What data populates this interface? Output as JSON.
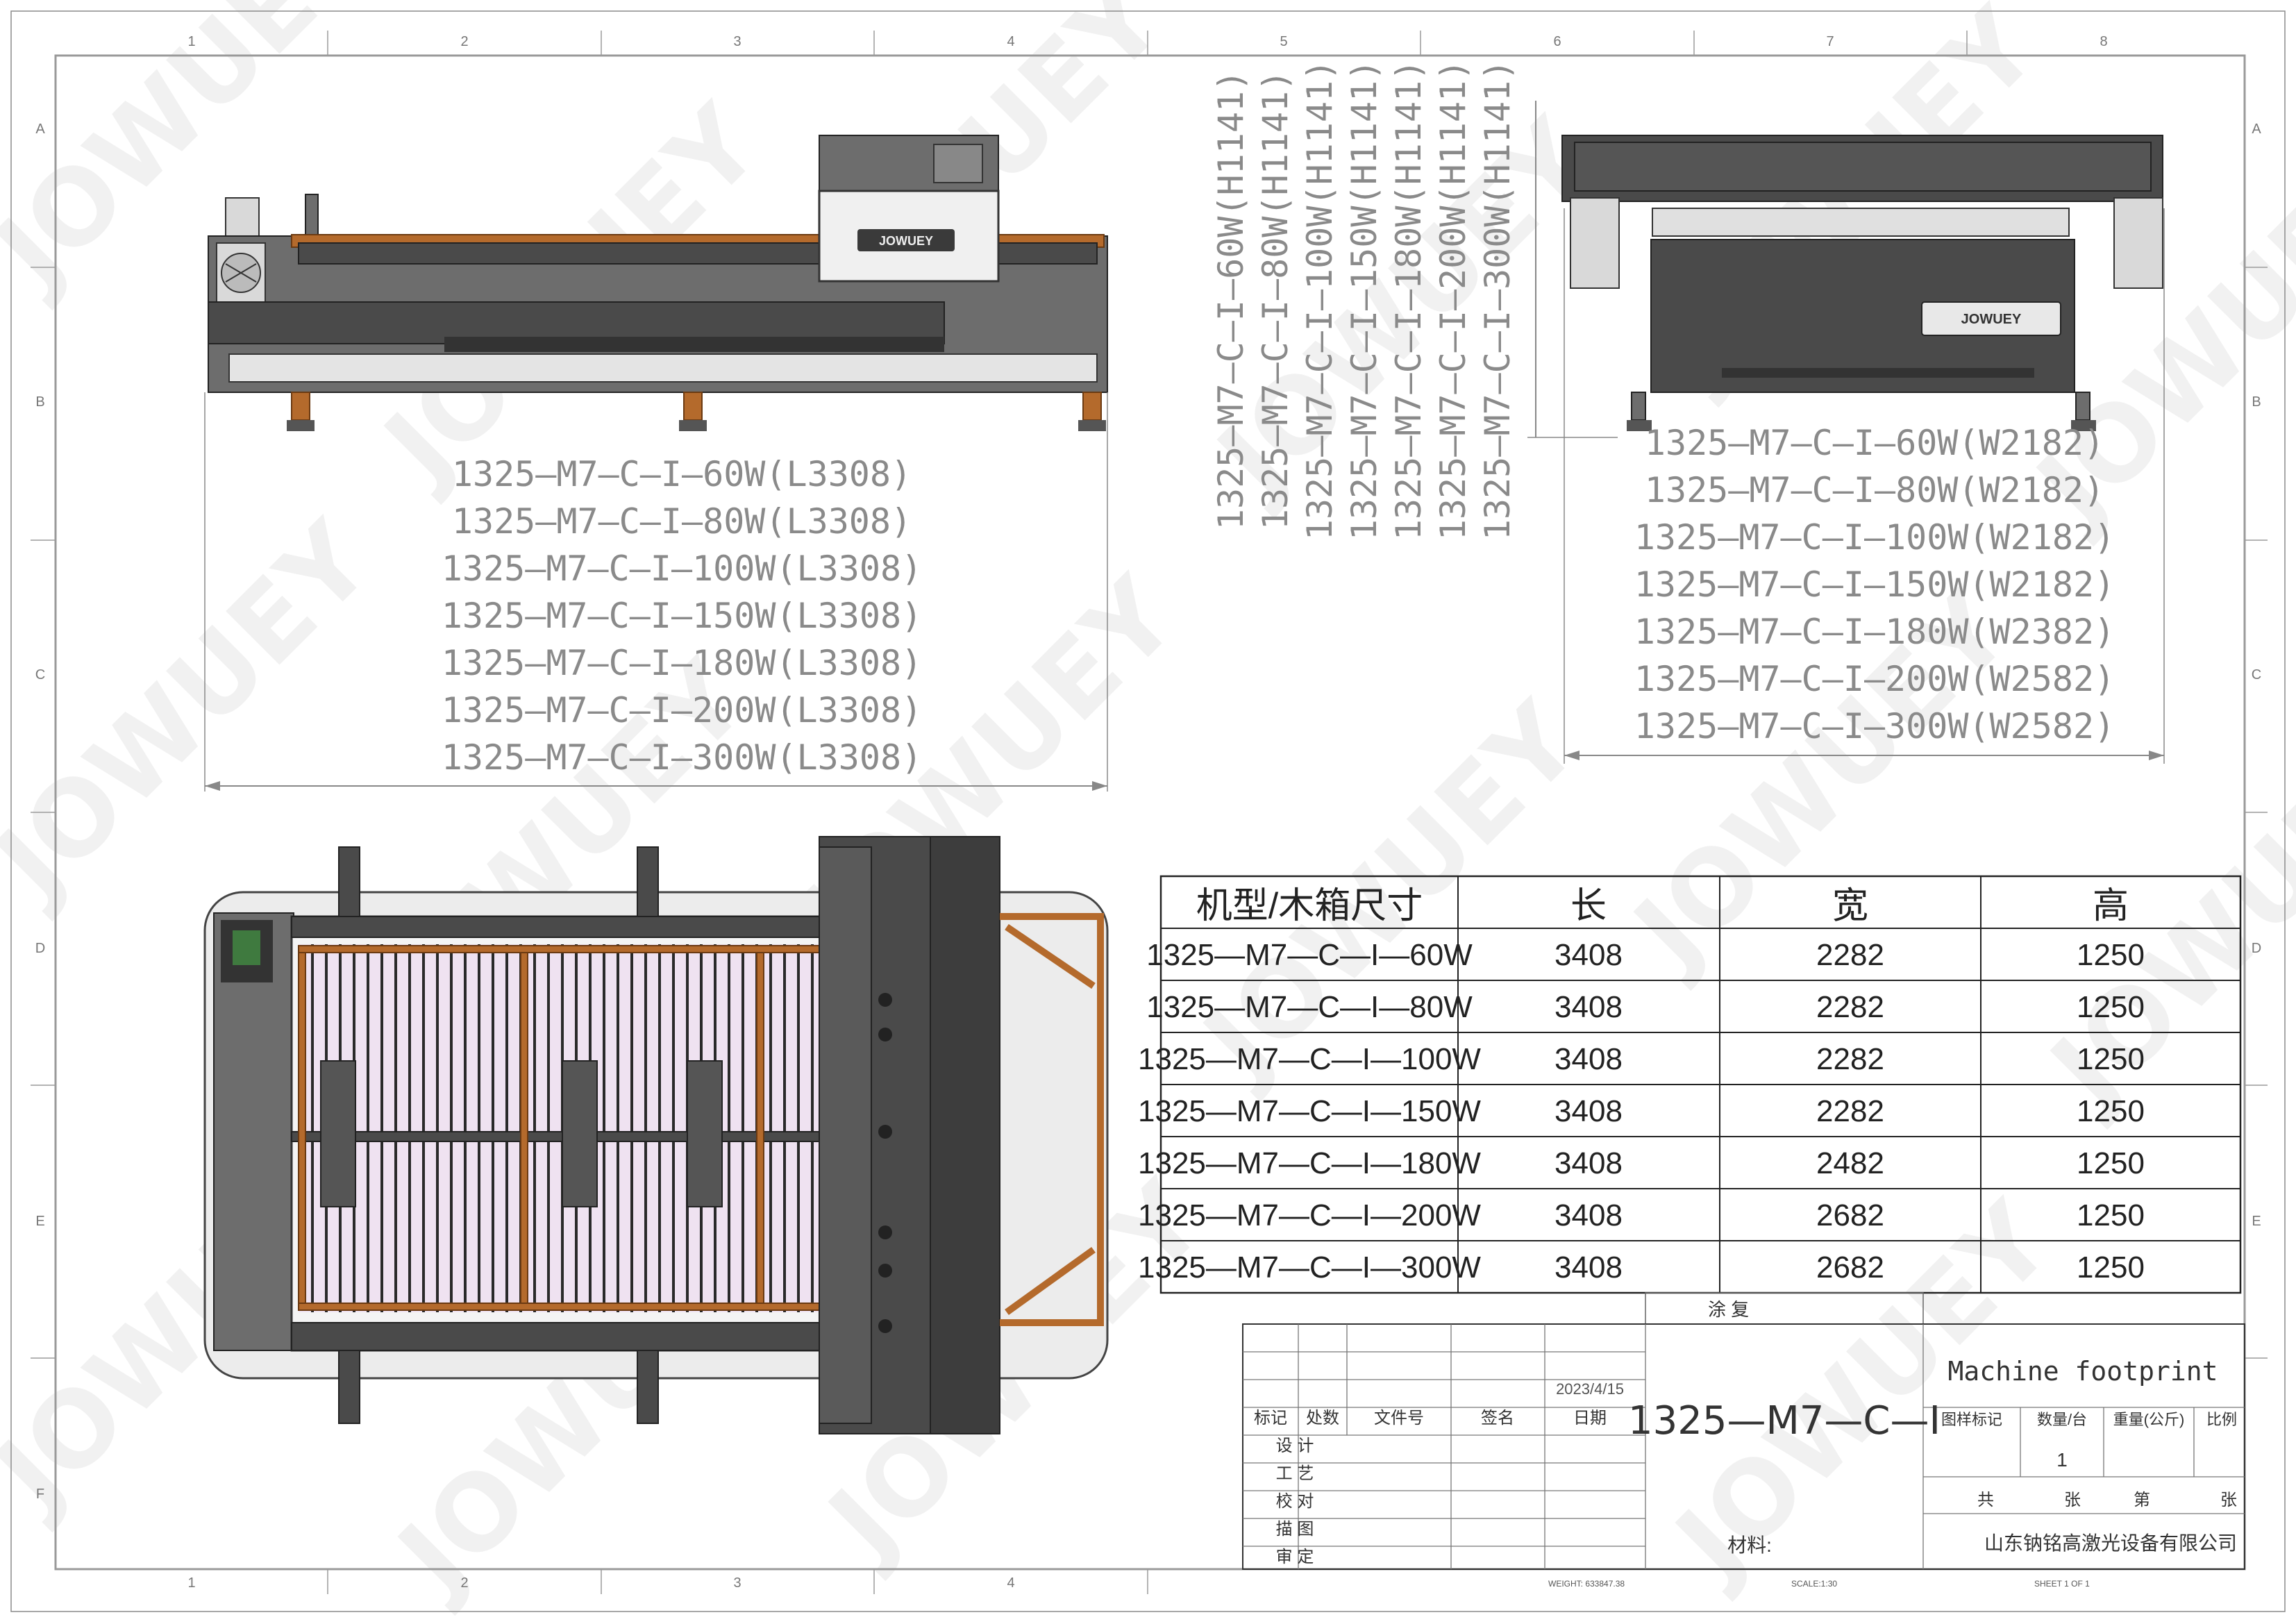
{
  "drawing_frame": {
    "col_labels": [
      "1",
      "2",
      "3",
      "4",
      "5",
      "6",
      "7",
      "8"
    ],
    "row_labels": [
      "A",
      "B",
      "C",
      "D",
      "E",
      "F"
    ],
    "bottom_col_labels": [
      "1",
      "2",
      "3",
      "4"
    ]
  },
  "watermark": "JOWUEY",
  "side_view": {
    "name": "side-elevation",
    "brand_plate": "JOWUEY",
    "length_labels": [
      "1325—M7—C—I—60W(L3308)",
      "1325—M7—C—I—80W(L3308)",
      "1325—M7—C—I—100W(L3308)",
      "1325—M7—C—I—150W(L3308)",
      "1325—M7—C—I—180W(L3308)",
      "1325—M7—C—I—200W(L3308)",
      "1325—M7—C—I—300W(L3308)"
    ]
  },
  "height_labels": [
    "1325—M7—C—I—60W(H1141)",
    "1325—M7—C—I—80W(H1141)",
    "1325—M7—C—I—100W(H1141)",
    "1325—M7—C—I—150W(H1141)",
    "1325—M7—C—I—180W(H1141)",
    "1325—M7—C—I—200W(H1141)",
    "1325—M7—C—I—300W(H1141)"
  ],
  "front_view": {
    "brand_plate": "JOWUEY",
    "width_labels": [
      "1325—M7—C—I—60W(W2182)",
      "1325—M7—C—I—80W(W2182)",
      "1325—M7—C—I—100W(W2182)",
      "1325—M7—C—I—150W(W2182)",
      "1325—M7—C—I—180W(W2382)",
      "1325—M7—C—I—200W(W2582)",
      "1325—M7—C—I—300W(W2582)"
    ]
  },
  "crate_table": {
    "headers": [
      "机型/木箱尺寸",
      "长",
      "宽",
      "高"
    ],
    "rows": [
      [
        "1325—M7—C—I—60W",
        "3408",
        "2282",
        "1250"
      ],
      [
        "1325—M7—C—I—80W",
        "3408",
        "2282",
        "1250"
      ],
      [
        "1325—M7—C—I—100W",
        "3408",
        "2282",
        "1250"
      ],
      [
        "1325—M7—C—I—150W",
        "3408",
        "2282",
        "1250"
      ],
      [
        "1325—M7—C—I—180W",
        "3408",
        "2482",
        "1250"
      ],
      [
        "1325—M7—C—I—200W",
        "3408",
        "2682",
        "1250"
      ],
      [
        "1325—M7—C—I—300W",
        "3408",
        "2682",
        "1250"
      ]
    ]
  },
  "title_block": {
    "coating": "涂 复",
    "date": "2023/4/15",
    "revision_headers": [
      "标记",
      "处数",
      "文件号",
      "签名",
      "日期"
    ],
    "roles": [
      "设 计",
      "工 艺",
      "校 对",
      "描 图",
      "审 定"
    ],
    "model": "1325—M7—C—I",
    "material_label": "材料:",
    "drawing_title": "Machine footprint",
    "meta_headers": [
      "图样标记",
      "数量/台",
      "重量(公斤)",
      "比例"
    ],
    "quantity": "1",
    "sheet_labels": [
      "共",
      "张",
      "第",
      "张"
    ],
    "company": "山东钠铭高激光设备有限公司",
    "weight_note": "WEIGHT: 633847.38",
    "scale_note": "SCALE:1:30",
    "sheet_note": "SHEET 1 OF 1"
  }
}
